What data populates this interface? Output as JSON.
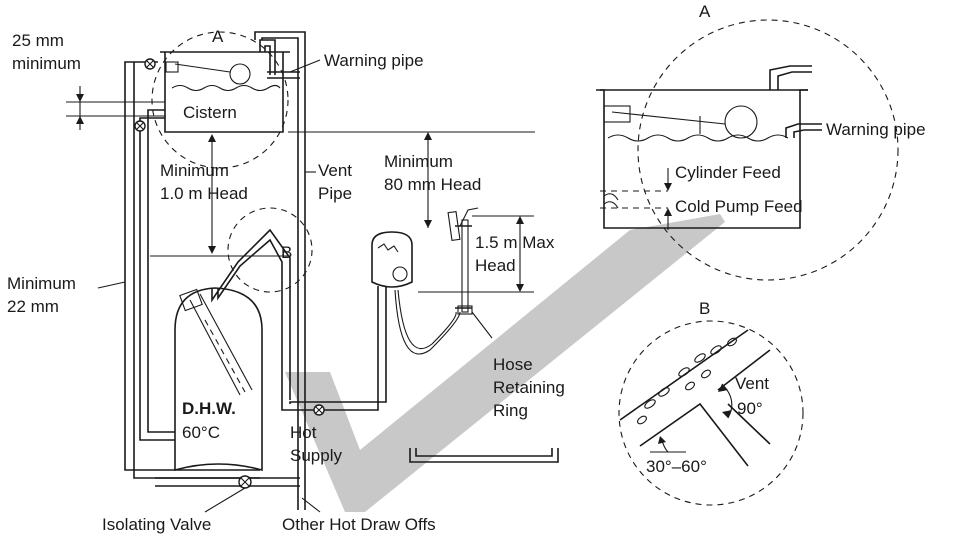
{
  "labels": {
    "min_25mm": [
      "25 mm",
      "minimum"
    ],
    "cistern": "Cistern",
    "warning_pipe": "Warning pipe",
    "min_head_1m": [
      "Minimum",
      "1.0 m Head"
    ],
    "vent_pipe": [
      "Vent",
      "Pipe"
    ],
    "min_head_80mm": [
      "Minimum",
      "80 mm Head"
    ],
    "max_head_1_5m": [
      "1.5 m Max",
      "Head"
    ],
    "min_22mm": [
      "Minimum",
      "22 mm"
    ],
    "dhw": "D.H.W.",
    "dhw_temp": "60°C",
    "hot_supply": [
      "Hot",
      "Supply"
    ],
    "hose_ring": [
      "Hose",
      "Retaining",
      "Ring"
    ],
    "isolating_valve": "Isolating Valve",
    "other_hot_draw_offs": "Other Hot Draw Offs"
  },
  "detail_a": {
    "title": "A",
    "warning_pipe": "Warning pipe",
    "cylinder_feed": "Cylinder Feed",
    "cold_pump_feed": "Cold Pump Feed"
  },
  "detail_b": {
    "title": "B",
    "vent": "Vent",
    "vent_angle": "90°",
    "angle_range": "30°–60°"
  },
  "callouts": {
    "a_marker": "A",
    "b_marker": "B"
  }
}
